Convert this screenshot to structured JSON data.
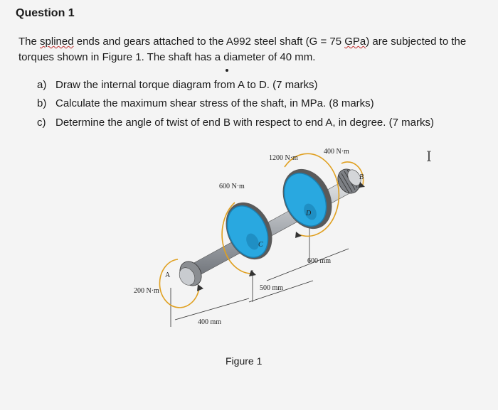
{
  "heading": "Question 1",
  "intro": {
    "line1_before": "The ",
    "line1_wavy": "splined",
    "line1_after": " ends and gears attached to the A992 steel shaft (G = 75 ",
    "line1_gpa": "GPa",
    "line1_end": ") are subjected to the",
    "line2": "torques shown in Figure 1. The shaft has a diameter of 40 mm."
  },
  "parts": [
    {
      "letter": "a)",
      "text": "Draw the internal torque diagram from A to D. (7 marks)"
    },
    {
      "letter": "b)",
      "text": "Calculate the maximum shear stress of the shaft, in MPa. (8 marks)"
    },
    {
      "letter": "c)",
      "text": "Determine the angle of twist of end B with respect to end A, in degree. (7 marks)"
    }
  ],
  "figure": {
    "torque_B": "400 N·m",
    "torque_D": "1200 N·m",
    "torque_C": "600 N·m",
    "torque_A": "200 N·m",
    "label_A": "A",
    "label_B": "B",
    "label_C": "C",
    "label_D": "D",
    "len_AC": "400 mm",
    "len_CD": "500 mm",
    "len_DB": "600 mm",
    "caption": "Figure 1"
  },
  "cursor_glyph": "I",
  "colors": {
    "background": "#f4f4f4",
    "gear": "#29a8e0",
    "gear_dark": "#1a7fb0",
    "teeth": "#5a5a5a",
    "shaft": "#b9bcc0",
    "torque_arrow": "#e0a020"
  }
}
